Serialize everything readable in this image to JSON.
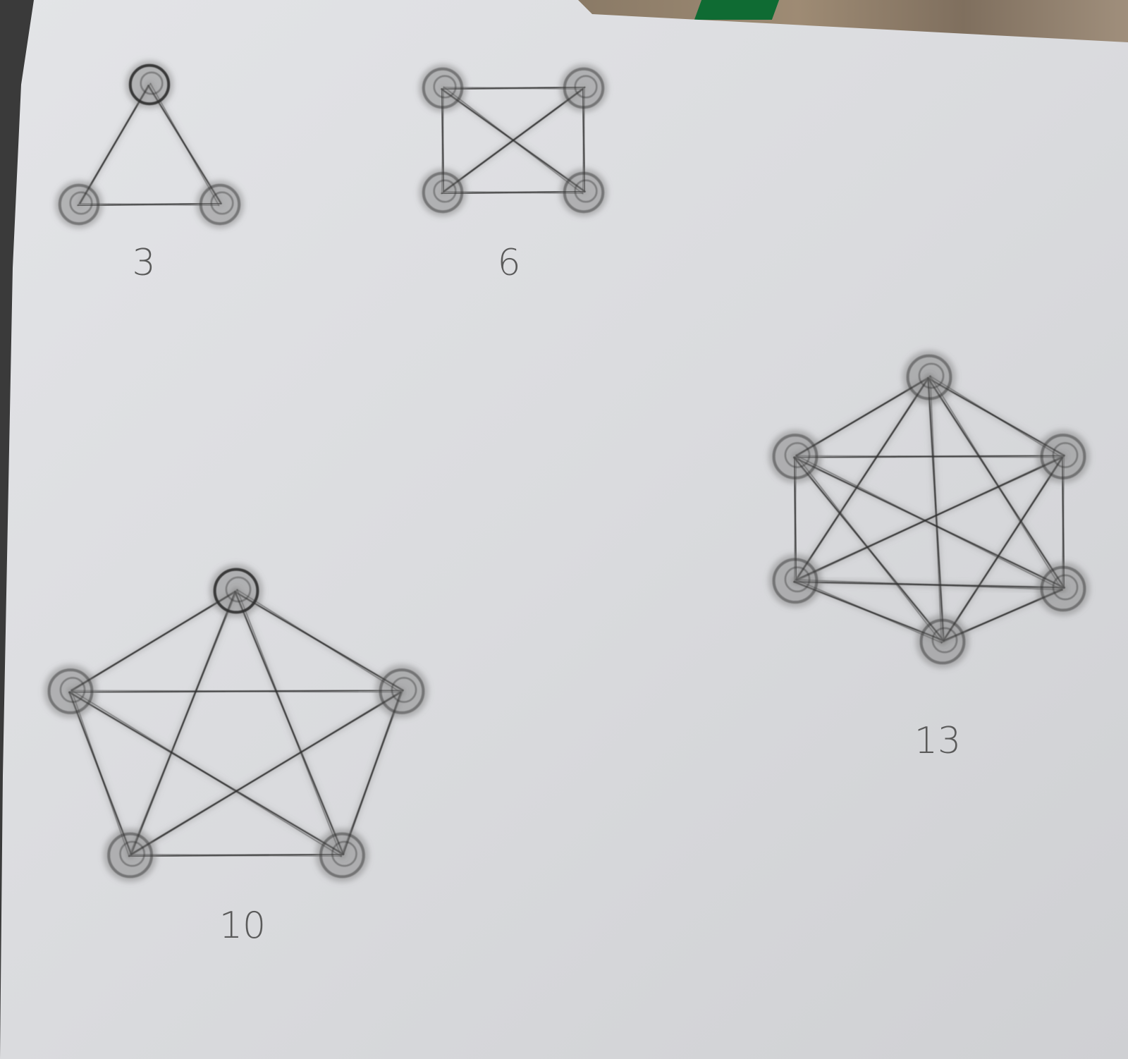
{
  "diagrams": [
    {
      "label": "3",
      "nodes": [
        [
          0.5,
          0.0
        ],
        [
          0.0,
          1.0
        ],
        [
          1.0,
          1.0
        ]
      ]
    },
    {
      "label": "6",
      "nodes": [
        [
          0.0,
          0.0
        ],
        [
          1.0,
          0.0
        ],
        [
          0.0,
          1.0
        ],
        [
          1.0,
          1.0
        ]
      ]
    },
    {
      "label": "10",
      "nodes": [
        [
          0.5,
          0.0
        ],
        [
          0.0,
          0.38
        ],
        [
          1.0,
          0.38
        ],
        [
          0.18,
          1.0
        ],
        [
          0.82,
          1.0
        ]
      ]
    },
    {
      "label": "13",
      "nodes": [
        [
          0.5,
          0.0
        ],
        [
          0.0,
          0.3
        ],
        [
          1.0,
          0.3
        ],
        [
          0.0,
          0.77
        ],
        [
          1.0,
          0.8
        ],
        [
          0.55,
          1.0
        ]
      ]
    }
  ],
  "colors": {
    "paper": "#dcdde0",
    "pencil_dark": "#2e2e2e",
    "pencil_light": "#8a8a8a"
  }
}
